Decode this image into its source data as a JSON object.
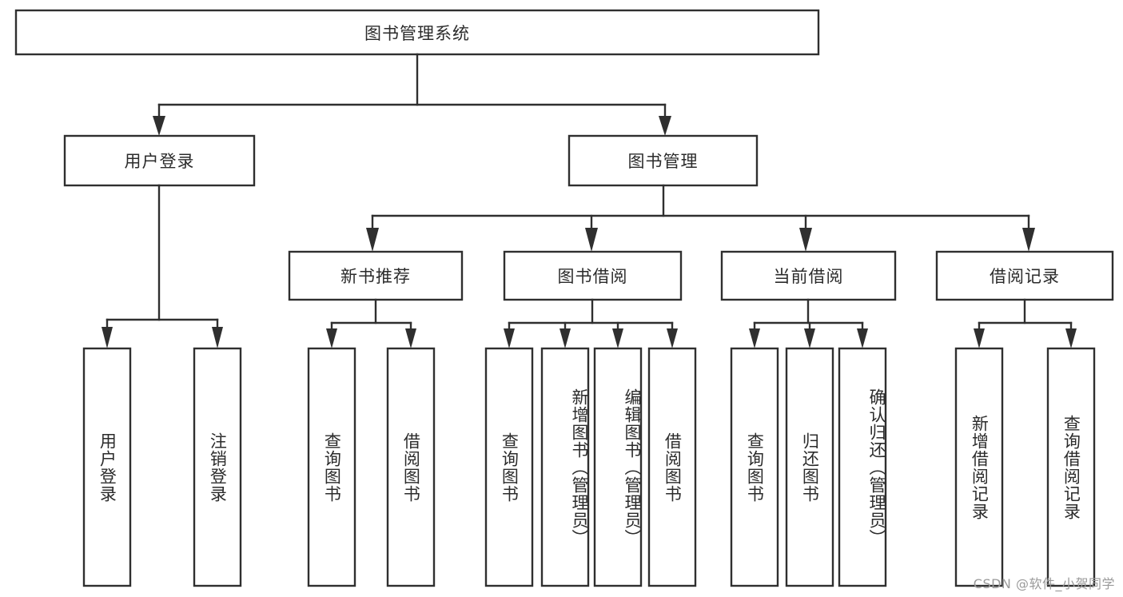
{
  "diagram": {
    "type": "tree-hierarchy",
    "orientation": "top-down",
    "root": {
      "label": "图书管理系统"
    },
    "level2": [
      {
        "id": "user-login",
        "label": "用户登录"
      },
      {
        "id": "book-management",
        "label": "图书管理"
      }
    ],
    "level3": [
      {
        "id": "new-book-recommend",
        "label": "新书推荐",
        "parent": "book-management"
      },
      {
        "id": "book-borrow",
        "label": "图书借阅",
        "parent": "book-management"
      },
      {
        "id": "current-borrow",
        "label": "当前借阅",
        "parent": "book-management"
      },
      {
        "id": "borrow-record",
        "label": "借阅记录",
        "parent": "book-management"
      }
    ],
    "leaves": [
      {
        "id": "leaf-user-login",
        "label": "用户登录",
        "parent": "user-login"
      },
      {
        "id": "leaf-user-logout",
        "label": "注销登录",
        "parent": "user-login"
      },
      {
        "id": "leaf-query-book-1",
        "label": "查询图书",
        "parent": "new-book-recommend"
      },
      {
        "id": "leaf-borrow-book-1",
        "label": "借阅图书",
        "parent": "new-book-recommend"
      },
      {
        "id": "leaf-query-book-2",
        "label": "查询图书",
        "parent": "book-borrow"
      },
      {
        "id": "leaf-add-book",
        "label": "新增图书（管理员）",
        "parent": "book-borrow"
      },
      {
        "id": "leaf-edit-book",
        "label": "编辑图书（管理员）",
        "parent": "book-borrow"
      },
      {
        "id": "leaf-borrow-book-2",
        "label": "借阅图书",
        "parent": "book-borrow"
      },
      {
        "id": "leaf-query-book-3",
        "label": "查询图书",
        "parent": "current-borrow"
      },
      {
        "id": "leaf-return-book",
        "label": "归还图书",
        "parent": "current-borrow"
      },
      {
        "id": "leaf-confirm-return",
        "label": "确认归还（管理员）",
        "parent": "current-borrow"
      },
      {
        "id": "leaf-add-record",
        "label": "新增借阅记录",
        "parent": "borrow-record"
      },
      {
        "id": "leaf-query-record",
        "label": "查询借阅记录",
        "parent": "borrow-record"
      }
    ],
    "colors": {
      "stroke": "#2f2f2f",
      "fill": "#ffffff",
      "text": "#2b2b2b",
      "background": "#ffffff",
      "watermark": "#9a9a9a"
    }
  },
  "watermark": {
    "text": "CSDN @软件_小贺同学"
  }
}
